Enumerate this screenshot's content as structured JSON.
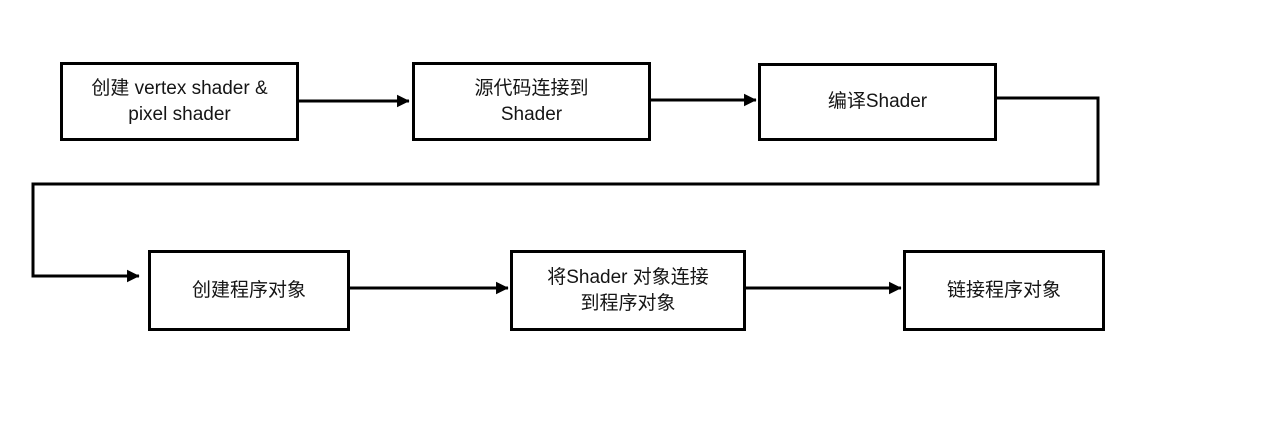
{
  "diagram": {
    "type": "flowchart",
    "colors": {
      "bg": "#ffffff",
      "box_fill": "#ffffff",
      "box_border": "#000000",
      "line": "#000000",
      "text": "#151515"
    },
    "nodes": [
      {
        "id": "create-shaders",
        "lines": [
          "创建 vertex shader &",
          "pixel shader"
        ]
      },
      {
        "id": "source-to-shader",
        "lines": [
          "源代码连接到",
          "Shader"
        ]
      },
      {
        "id": "compile-shader",
        "lines": [
          "编译Shader"
        ]
      },
      {
        "id": "create-program",
        "lines": [
          "创建程序对象"
        ]
      },
      {
        "id": "attach-shader-to-program",
        "lines": [
          "将Shader 对象连接",
          "到程序对象"
        ]
      },
      {
        "id": "link-program",
        "lines": [
          "链接程序对象"
        ]
      }
    ],
    "edges": [
      {
        "from": "create-shaders",
        "to": "source-to-shader"
      },
      {
        "from": "source-to-shader",
        "to": "compile-shader"
      },
      {
        "from": "compile-shader",
        "to": "create-program"
      },
      {
        "from": "create-program",
        "to": "attach-shader-to-program"
      },
      {
        "from": "attach-shader-to-program",
        "to": "link-program"
      }
    ]
  }
}
